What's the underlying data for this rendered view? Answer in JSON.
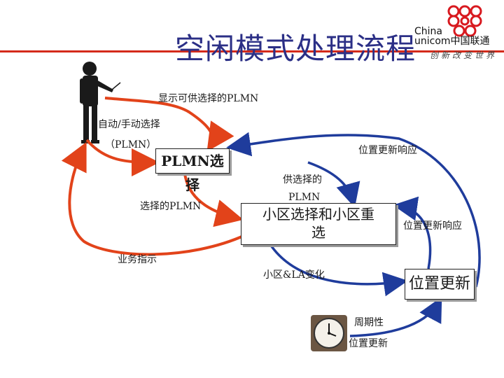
{
  "title": "空闲模式处理流程",
  "logo": {
    "line1": "China",
    "line2": "unicom中国联通",
    "slogan": "创新改变世界"
  },
  "colors": {
    "title": "#2b2f86",
    "rule": "#d42a1b",
    "red_arrow": "#e2431a",
    "blue_arrow": "#1f3c9c",
    "logo_red": "#d8191f"
  },
  "icons": [
    "person-presenter-icon",
    "wall-clock-icon",
    "unicom-knot-logo"
  ],
  "labels": {
    "display_plmn": "显示可供选择的PLMN",
    "auto_manual": "自动/手动选择",
    "plmn_paren": "（PLMN）",
    "loc_update_resp_top": "位置更新响应",
    "available": "供选择的",
    "plmn_small": "PLMN",
    "selected_plmn": "选择的PLMN",
    "loc_update_resp_right": "位置更新响应",
    "service_indication": "业务指示",
    "cell_la_change": "小区&LA变化",
    "periodic": "周期性",
    "loc_update": "位置更新"
  },
  "boxes": {
    "plmn_select": "PLMN选择",
    "cell_select_line1": "小区选择和小区重",
    "cell_select_line2": "选",
    "location_update": "位置更新"
  }
}
